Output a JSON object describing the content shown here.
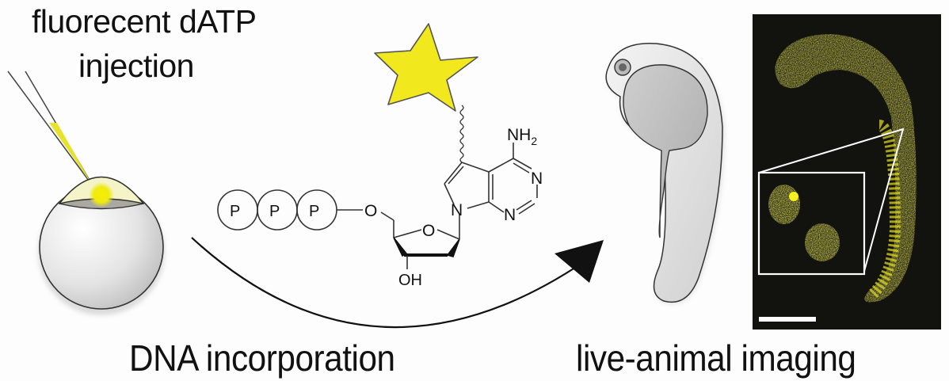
{
  "labels": {
    "injection_line1": "fluorecent dATP",
    "injection_line2": "injection",
    "incorporation": "DNA incorporation",
    "imaging": "live-animal imaging"
  },
  "molecule": {
    "phosphates": [
      "P",
      "P",
      "P"
    ],
    "linker_oxygen": "O",
    "ring_oxygen": "O",
    "hydroxyl": "OH",
    "amine": "NH",
    "amine_subscript": "2",
    "ring_nitrogens": [
      "N",
      "N",
      "N"
    ],
    "fluorophore": "star-icon"
  },
  "colors": {
    "fluorophore": "#f2e81e",
    "microscopy_background": "#12130f",
    "fluorescence": "#d8d21a",
    "embryo_fill": "#d9d9d9",
    "outline": "#333333"
  },
  "panels": [
    "embryo-injection",
    "nucleotide-structure",
    "zebrafish-larva",
    "confocal-image"
  ]
}
